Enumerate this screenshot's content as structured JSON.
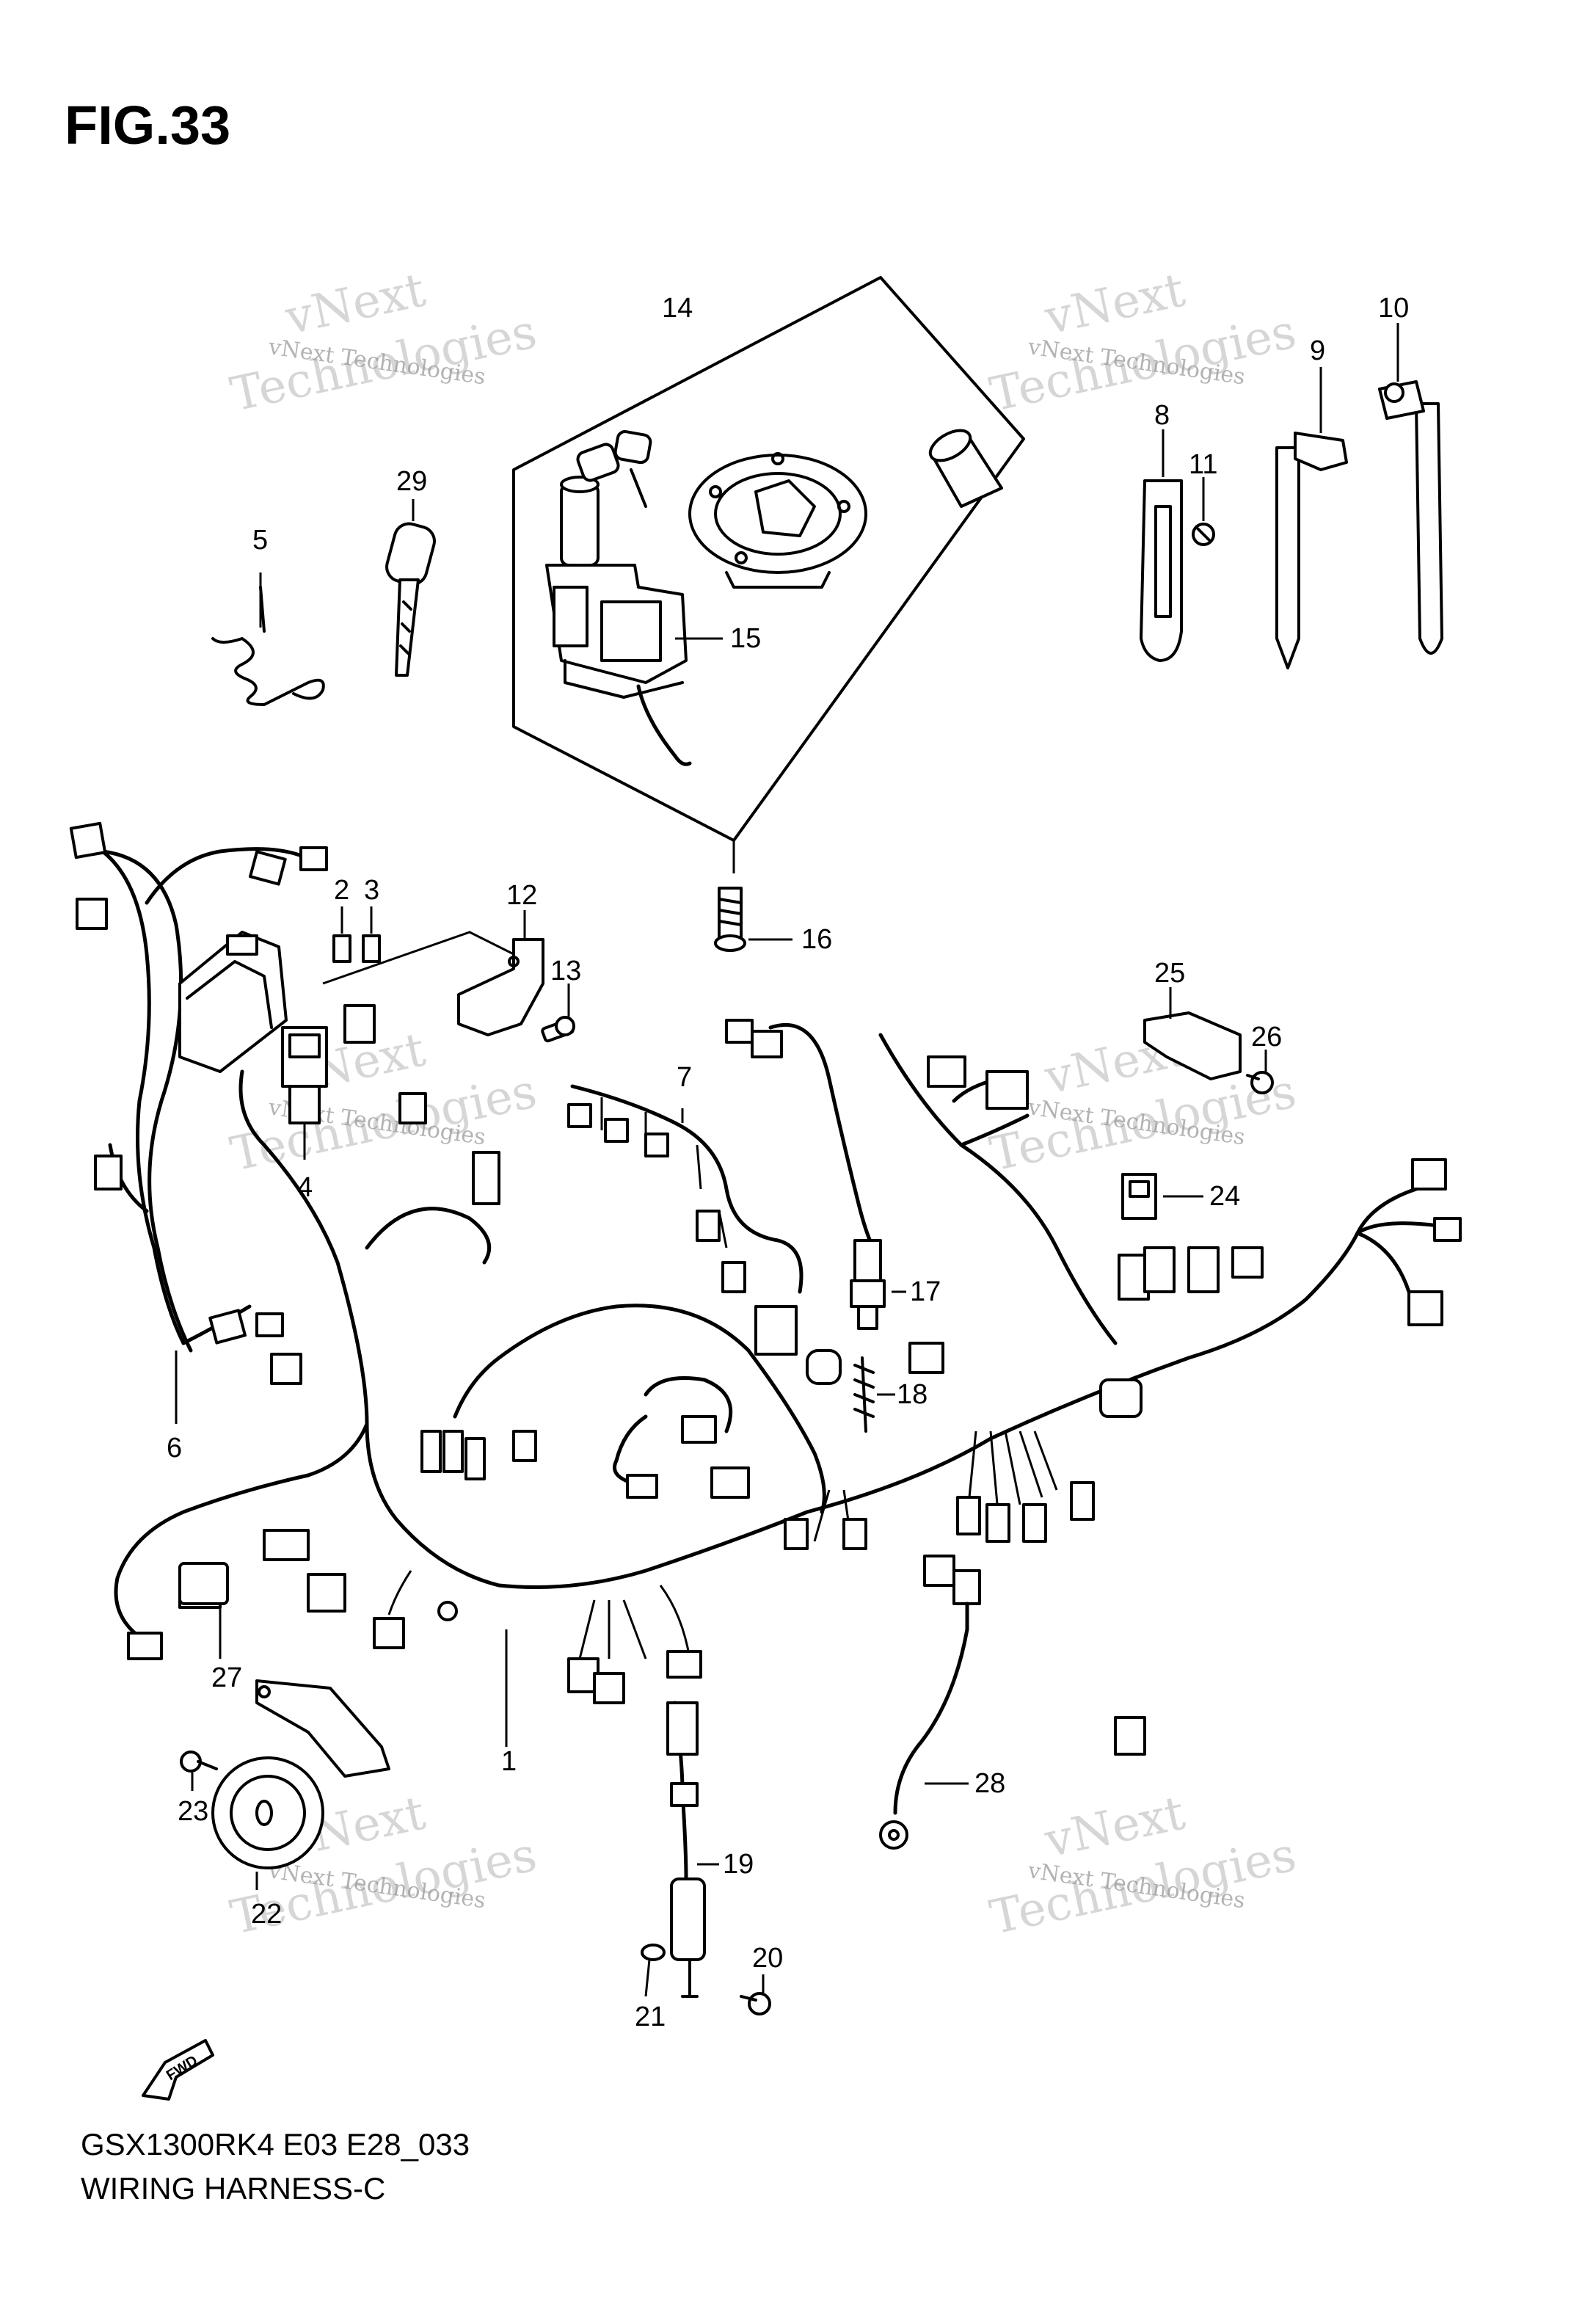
{
  "figure": {
    "title": "FIG.33",
    "footer_code": "GSX1300RK4 E03 E28_033",
    "footer_name": "WIRING HARNESS-C",
    "fwd_label": "FWD"
  },
  "watermark": {
    "line1": "vNext",
    "line2": "Technologies",
    "small": "vNext Technologies"
  },
  "callouts": {
    "c1": "1",
    "c2": "2",
    "c3": "3",
    "c4": "4",
    "c5": "5",
    "c6": "6",
    "c7": "7",
    "c8": "8",
    "c9": "9",
    "c10": "10",
    "c11": "11",
    "c12": "12",
    "c13": "13",
    "c14": "14",
    "c15": "15",
    "c16": "16",
    "c17": "17",
    "c18": "18",
    "c19": "19",
    "c20": "20",
    "c21": "21",
    "c22": "22",
    "c23": "23",
    "c24": "24",
    "c25": "25",
    "c26": "26",
    "c27": "27",
    "c28": "28",
    "c29": "29"
  }
}
